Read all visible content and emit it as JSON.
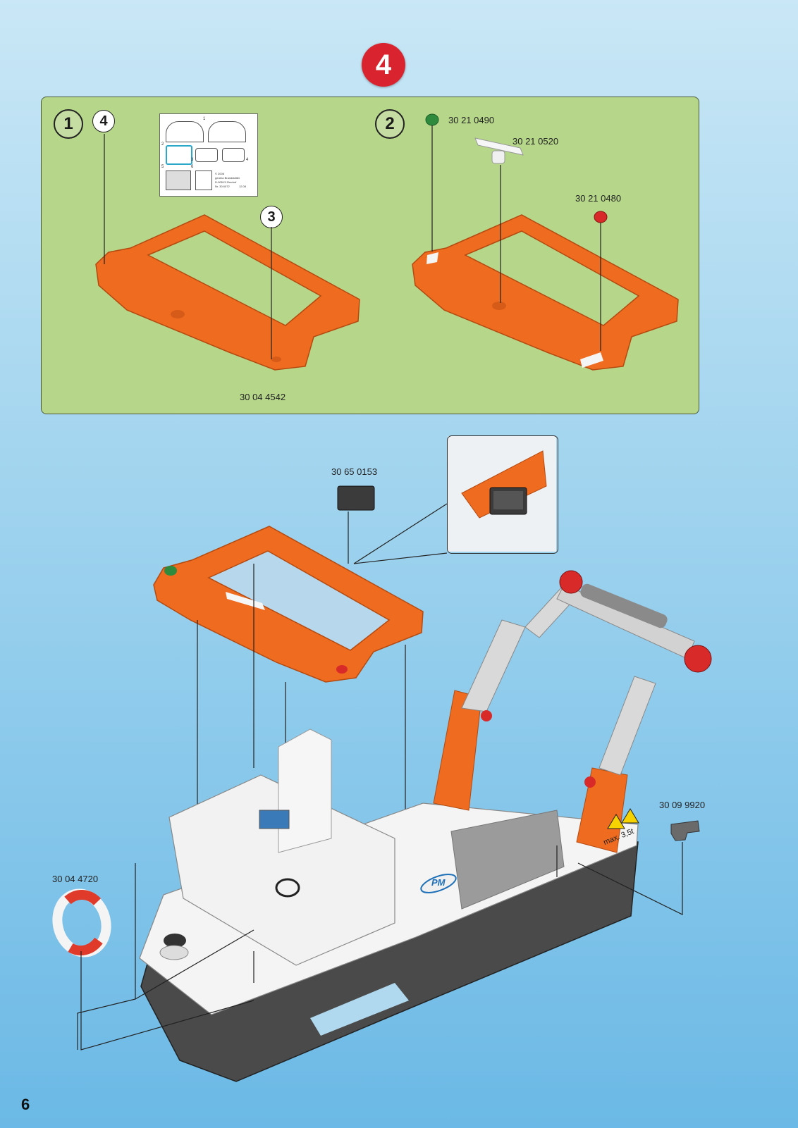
{
  "step": {
    "number": "4"
  },
  "substeps": [
    {
      "number": "1"
    },
    {
      "number": "2"
    }
  ],
  "callouts": [
    {
      "number": "4"
    },
    {
      "number": "3"
    }
  ],
  "decal_sheet": {
    "labels": [
      "1",
      "2",
      "3",
      "4",
      "5",
      "6"
    ],
    "fine_print": [
      "© 2006",
      "geobra Brandstätter",
      "D-90513 Zirndorf",
      "Nr. 30 6072",
      "12.08"
    ]
  },
  "parts": {
    "frame": "30 04 4542",
    "green_light": "30 21 0490",
    "searchlight": "30 21 0520",
    "red_light": "30 21 0480",
    "radar_box": "30 65 0153",
    "life_ring": "30 04 4720",
    "clip": "30 09 9920"
  },
  "boat": {
    "warning_text": "max. 3,5t",
    "logo_text": "PM"
  },
  "page": {
    "number": "6"
  },
  "colors": {
    "step_badge": "#d9232e",
    "panel_green": "#b6d78a",
    "frame_orange": "#ee6b1f",
    "hull_gray": "#4a4a4a",
    "cabin_white": "#f4f4f4"
  }
}
